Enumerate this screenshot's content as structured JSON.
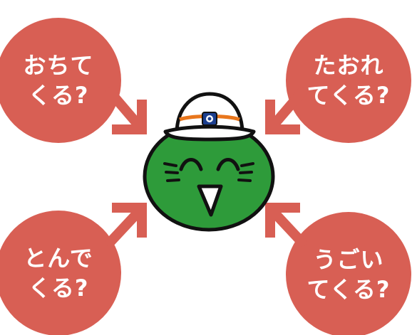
{
  "bubbles": {
    "top_left": {
      "line1": "おちて",
      "line2": "くる?"
    },
    "top_right": {
      "line1": "たおれ",
      "line2": "てくる?"
    },
    "bottom_left": {
      "line1": "とんで",
      "line2": "くる?"
    },
    "bottom_right": {
      "line1": "うごい",
      "line2": "てくる?"
    }
  },
  "colors": {
    "bubble": "#d85f54",
    "arrow": "#d85f54",
    "mascot_body": "#2e9b3a",
    "outline": "#111111",
    "helmet": "#ffffff",
    "helmet_stripe": "#e8761c",
    "helmet_badge": "#1c3f8f"
  },
  "icons": {
    "mascot": "green-mascot-with-hard-hat",
    "arrows": "arrow-pointing-inward"
  }
}
